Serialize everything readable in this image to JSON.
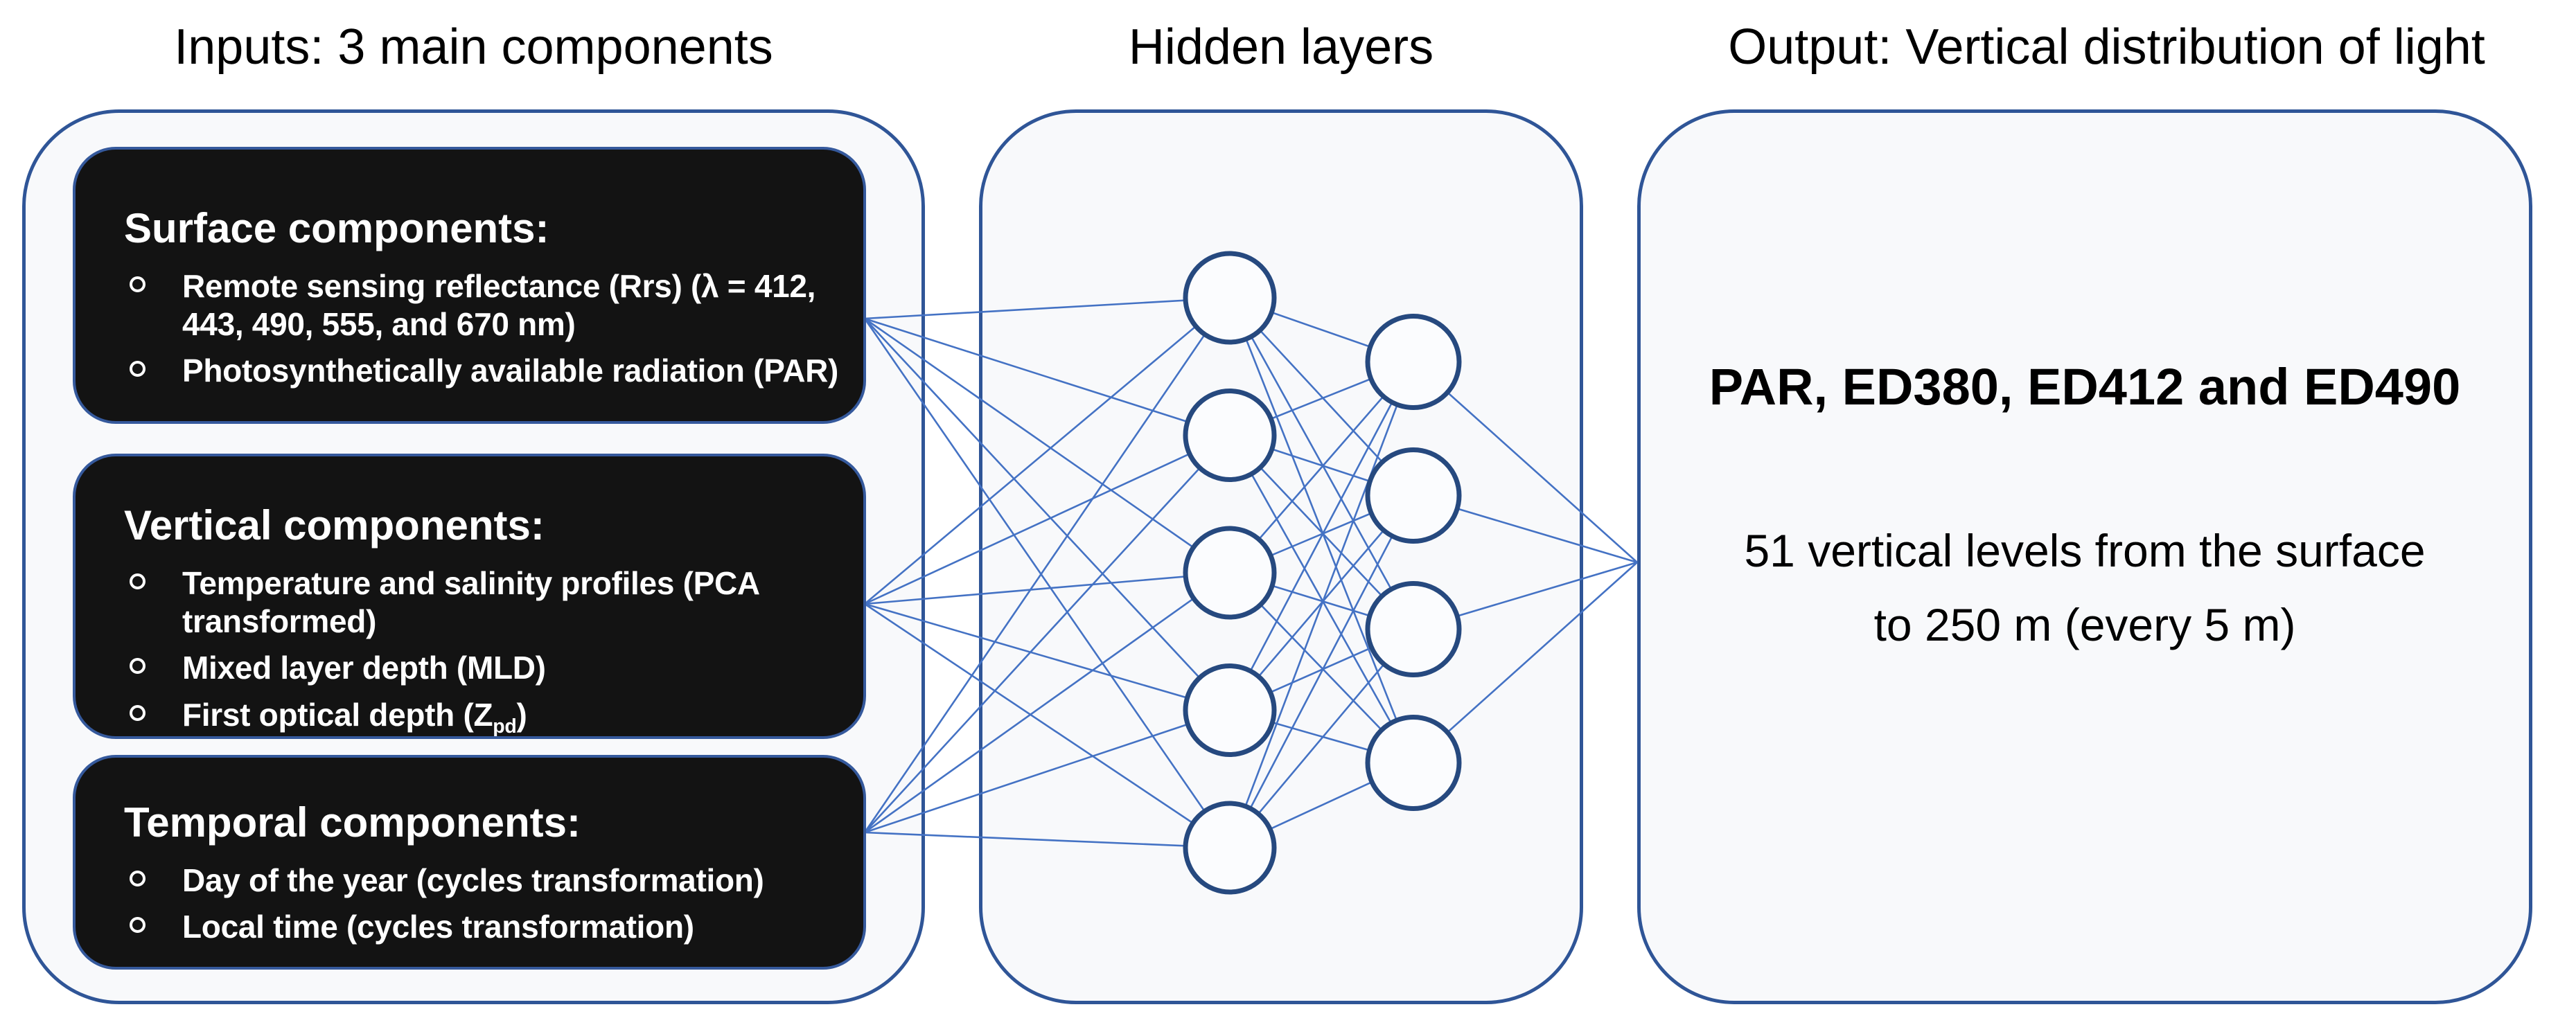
{
  "titles": {
    "inputs": "Inputs: 3 main components",
    "hidden": "Hidden layers",
    "output": "Output: Vertical distribution of light"
  },
  "inputs": {
    "surface": {
      "heading": "Surface components:",
      "item1": {
        "line1": "Remote sensing reflectance (Rrs) (λ = 412,",
        "line2": "443, 490, 555, and 670 nm)"
      },
      "item2": "Photosynthetically available radiation (PAR)"
    },
    "vertical": {
      "heading": "Vertical components:",
      "item1": {
        "line1": "Temperature and salinity profiles (PCA",
        "line2": "transformed)"
      },
      "item2": "Mixed layer depth (MLD)",
      "item3": {
        "prefix": "First optical depth (Z",
        "sub": "pd",
        "suffix": ")"
      }
    },
    "temporal": {
      "heading": "Temporal components:",
      "item1": "Day of the year (cycles transformation)",
      "item2": "Local time (cycles transformation)"
    }
  },
  "output": {
    "headline": "PAR, ED380, ED412 and ED490",
    "body_line1": "51 vertical levels from the surface",
    "body_line2": "to 250 m (every 5 m)"
  },
  "network": {
    "hidden_layer_sizes": [
      5,
      4
    ],
    "colors": {
      "line": "#4472C4",
      "node_stroke": "#26497F",
      "node_fill": "#FBFCFE",
      "container_border": "#2F5597",
      "box_border": "#35599C",
      "box_fill": "#131313"
    }
  }
}
